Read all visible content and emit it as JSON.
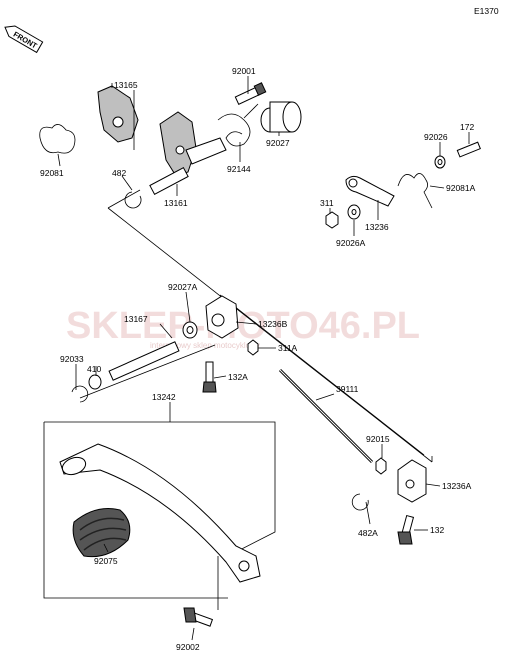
{
  "diagram": {
    "code": "E1370",
    "front_label": "FRONT",
    "watermark": "SKLEP-MOTO46.PL",
    "watermark_sub": "internetowy sklep motocyklowy",
    "parts": [
      {
        "label": "13165"
      },
      {
        "label": "92001"
      },
      {
        "label": "92081"
      },
      {
        "label": "482"
      },
      {
        "label": "13161"
      },
      {
        "label": "92144"
      },
      {
        "label": "92027"
      },
      {
        "label": "92026"
      },
      {
        "label": "172"
      },
      {
        "label": "311"
      },
      {
        "label": "13236"
      },
      {
        "label": "92081A"
      },
      {
        "label": "92026A"
      },
      {
        "label": "92027A"
      },
      {
        "label": "13167"
      },
      {
        "label": "13236B"
      },
      {
        "label": "311A"
      },
      {
        "label": "92033"
      },
      {
        "label": "410"
      },
      {
        "label": "132A"
      },
      {
        "label": "39111"
      },
      {
        "label": "13242"
      },
      {
        "label": "92015"
      },
      {
        "label": "13236A"
      },
      {
        "label": "482A"
      },
      {
        "label": "132"
      },
      {
        "label": "92075"
      },
      {
        "label": "92002"
      }
    ]
  }
}
